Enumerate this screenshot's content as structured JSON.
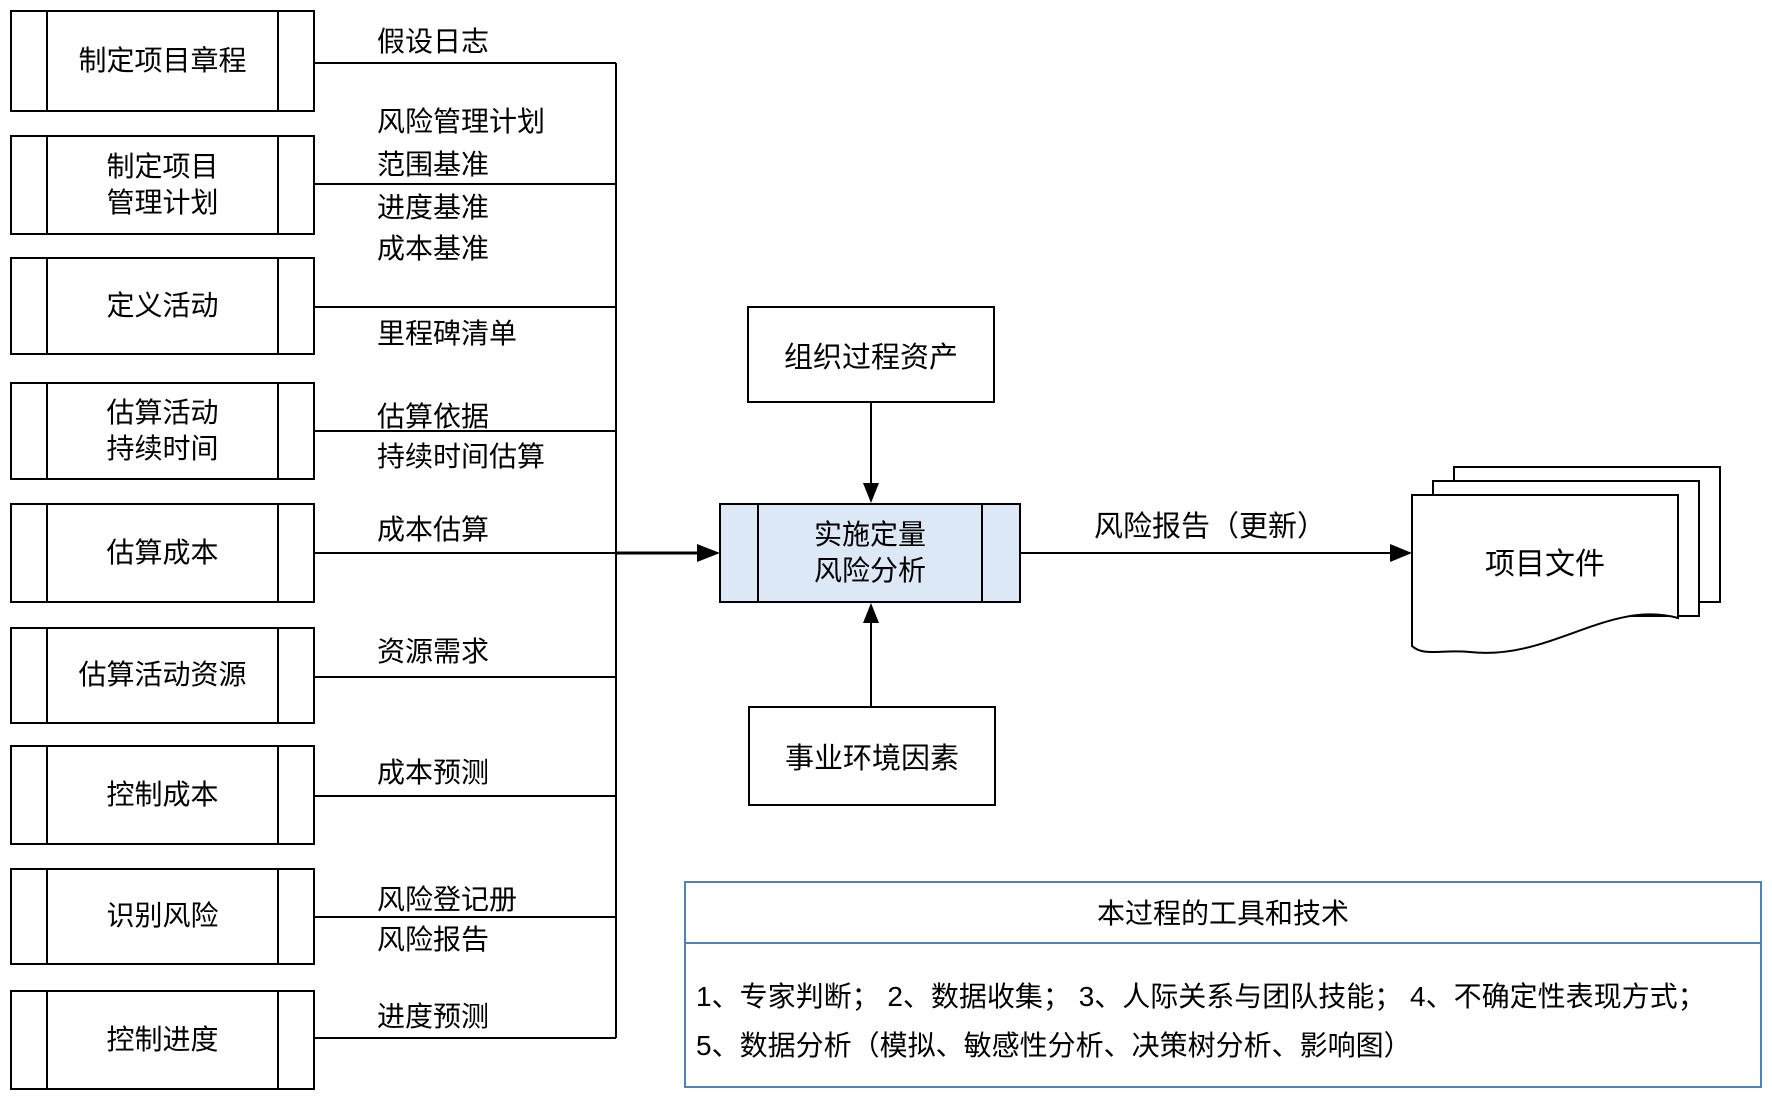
{
  "diagram": {
    "process_boxes": [
      {
        "label": "制定项目章程",
        "outputs": [
          "假设日志"
        ]
      },
      {
        "label": "制定项目\n管理计划",
        "outputs": [
          "风险管理计划",
          "范围基准",
          "进度基准",
          "成本基准"
        ]
      },
      {
        "label": "定义活动",
        "outputs": [
          "里程碑清单"
        ]
      },
      {
        "label": "估算活动\n持续时间",
        "outputs": [
          "估算依据",
          "持续时间估算"
        ]
      },
      {
        "label": "估算成本",
        "outputs": [
          "成本估算"
        ]
      },
      {
        "label": "估算活动资源",
        "outputs": [
          "资源需求"
        ]
      },
      {
        "label": "控制成本",
        "outputs": [
          "成本预测"
        ]
      },
      {
        "label": "识别风险",
        "outputs": [
          "风险登记册",
          "风险报告"
        ]
      },
      {
        "label": "控制进度",
        "outputs": [
          "进度预测"
        ]
      }
    ],
    "central_process": {
      "label": "实施定量\n风险分析"
    },
    "inputs": {
      "top": "组织过程资产",
      "bottom": "事业环境因素"
    },
    "result": {
      "arrow_label": "风险报告（更新）",
      "document_label": "项目文件"
    },
    "tools_panel": {
      "title": "本过程的工具和技术",
      "line1": "1、专家判断；  2、数据收集；  3、人际关系与团队技能；  4、不确定性表现方式；",
      "line2": "5、数据分析（模拟、敏感性分析、决策树分析、影响图）"
    },
    "colors": {
      "process_fill": "#dce8f5",
      "tools_border": "#4f81bd",
      "line": "#000000"
    }
  }
}
